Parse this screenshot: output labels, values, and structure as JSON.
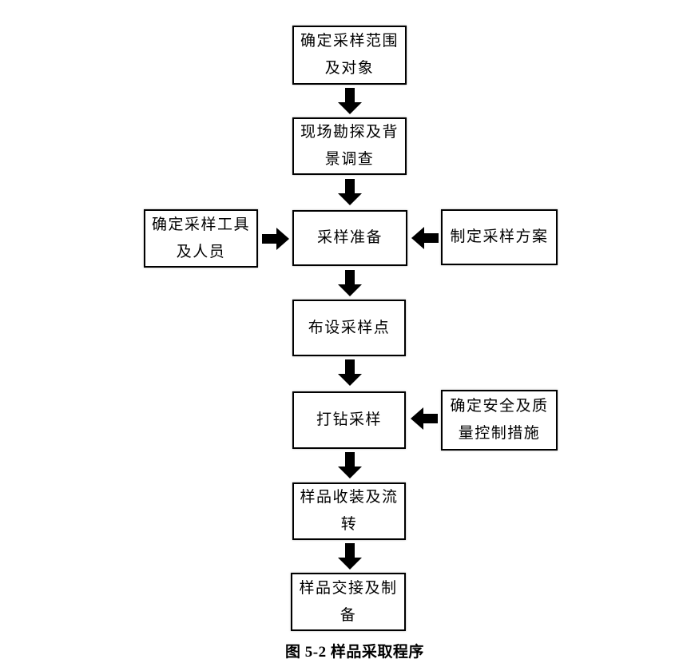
{
  "figure": {
    "caption": "图 5-2 样品采取程序"
  },
  "colors": {
    "background": "#ffffff",
    "box_border": "#000000",
    "arrow": "#000000",
    "text": "#000000"
  },
  "flowchart": {
    "nodes": [
      {
        "id": "define-scope",
        "lines": [
          "确定采样范围",
          "及对象"
        ]
      },
      {
        "id": "site-survey",
        "lines": [
          "现场勘探及背",
          "景调查"
        ]
      },
      {
        "id": "tools-personnel",
        "lines": [
          "确定采样工具",
          "及人员"
        ]
      },
      {
        "id": "sampling-prep",
        "lines": [
          "采样准备"
        ]
      },
      {
        "id": "sampling-plan",
        "lines": [
          "制定采样方案"
        ]
      },
      {
        "id": "layout-points",
        "lines": [
          "布设采样点"
        ]
      },
      {
        "id": "drilling",
        "lines": [
          "打钻采样"
        ]
      },
      {
        "id": "safety-quality",
        "lines": [
          "确定安全及质",
          "量控制措施"
        ]
      },
      {
        "id": "sample-packing",
        "lines": [
          "样品收装及流",
          "转"
        ]
      },
      {
        "id": "sample-handover",
        "lines": [
          "样品交接及制",
          "备"
        ]
      }
    ],
    "connectors": [
      {
        "from": "define-scope",
        "to": "site-survey",
        "direction": "down"
      },
      {
        "from": "site-survey",
        "to": "sampling-prep",
        "direction": "down"
      },
      {
        "from": "tools-personnel",
        "to": "sampling-prep",
        "direction": "right"
      },
      {
        "from": "sampling-plan",
        "to": "sampling-prep",
        "direction": "left"
      },
      {
        "from": "sampling-prep",
        "to": "layout-points",
        "direction": "down"
      },
      {
        "from": "layout-points",
        "to": "drilling",
        "direction": "down"
      },
      {
        "from": "safety-quality",
        "to": "drilling",
        "direction": "left"
      },
      {
        "from": "drilling",
        "to": "sample-packing",
        "direction": "down"
      },
      {
        "from": "sample-packing",
        "to": "sample-handover",
        "direction": "down"
      }
    ]
  }
}
